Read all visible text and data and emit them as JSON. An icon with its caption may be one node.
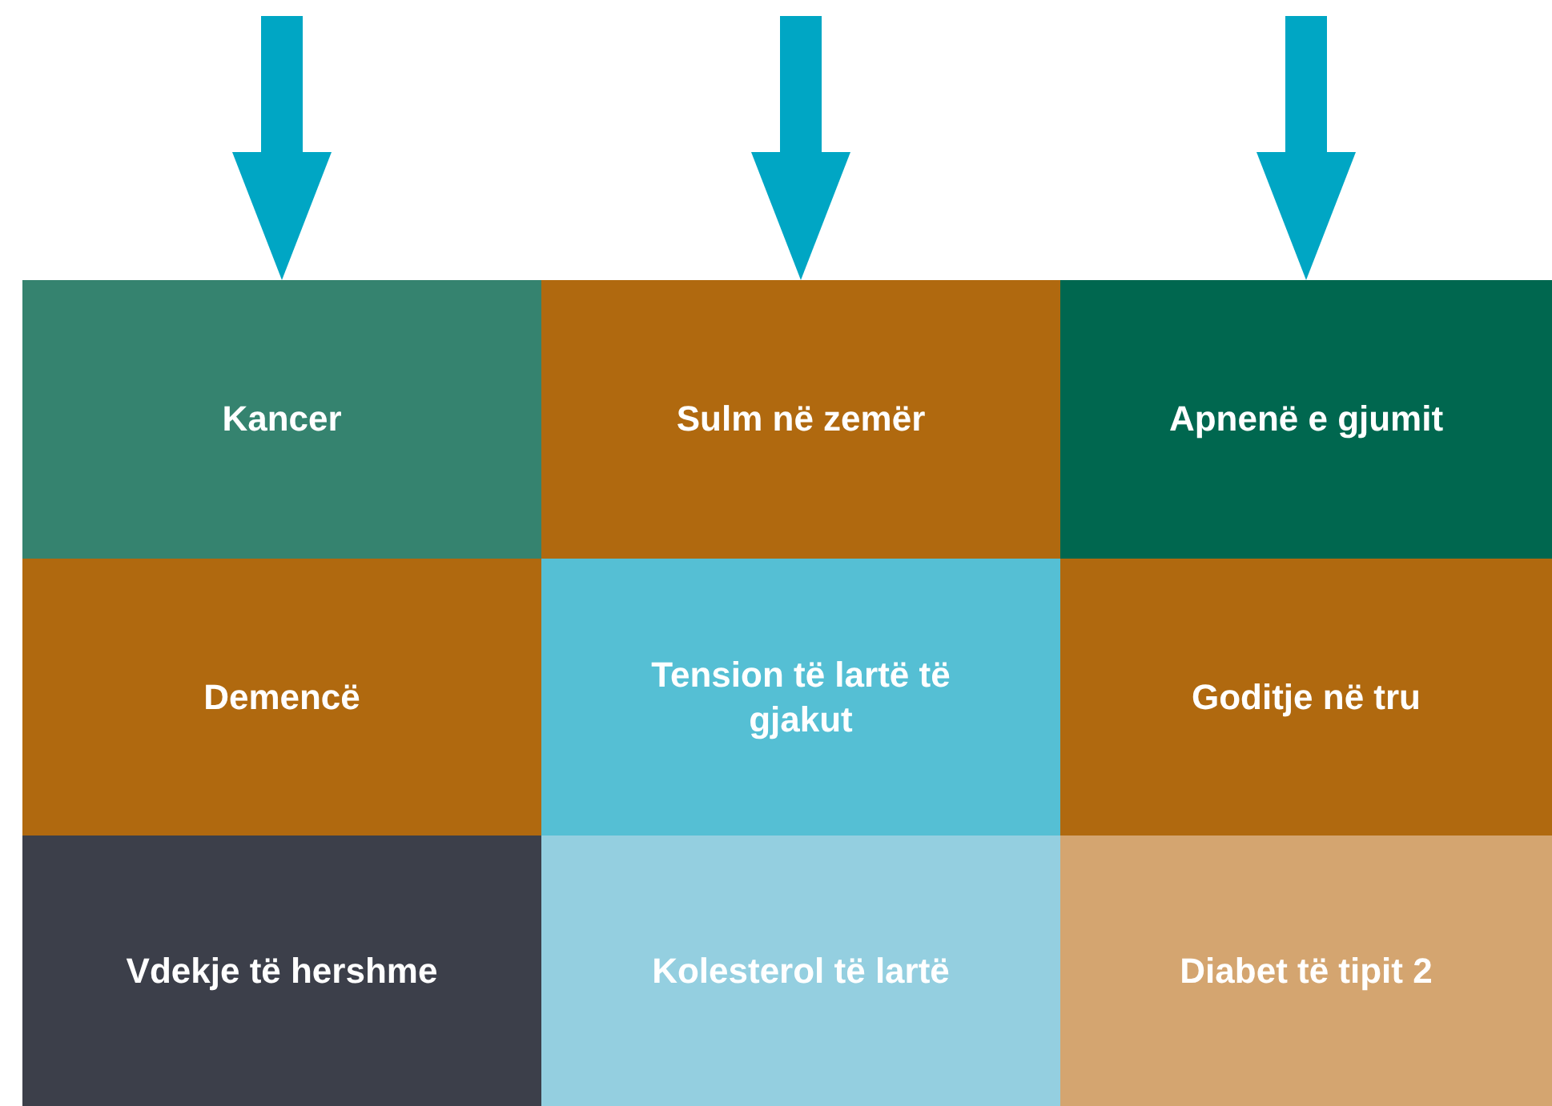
{
  "diagram": {
    "nodes": [
      {
        "text": [
          "Kancer"
        ]
      },
      {
        "text": [
          "Sulm në zemër"
        ]
      },
      {
        "text": [
          "Apnenë e gjumit"
        ]
      },
      {
        "text": [
          "Demencë"
        ]
      },
      {
        "text": [
          "Tension të lartë të gjakut"
        ]
      },
      {
        "text": [
          "Goditje në tru"
        ]
      },
      {
        "text": [
          "Vdekje të hershme"
        ]
      },
      {
        "text": [
          "Kolesterol të lartë"
        ]
      },
      {
        "text": [
          "Diabet të tipit 2"
        ]
      }
    ],
    "edges": [
      {
        "from": null,
        "to": 0,
        "arrow": "to"
      },
      {
        "from": null,
        "to": 1,
        "arrow": "to"
      },
      {
        "from": null,
        "to": 2,
        "arrow": "to"
      }
    ]
  }
}
